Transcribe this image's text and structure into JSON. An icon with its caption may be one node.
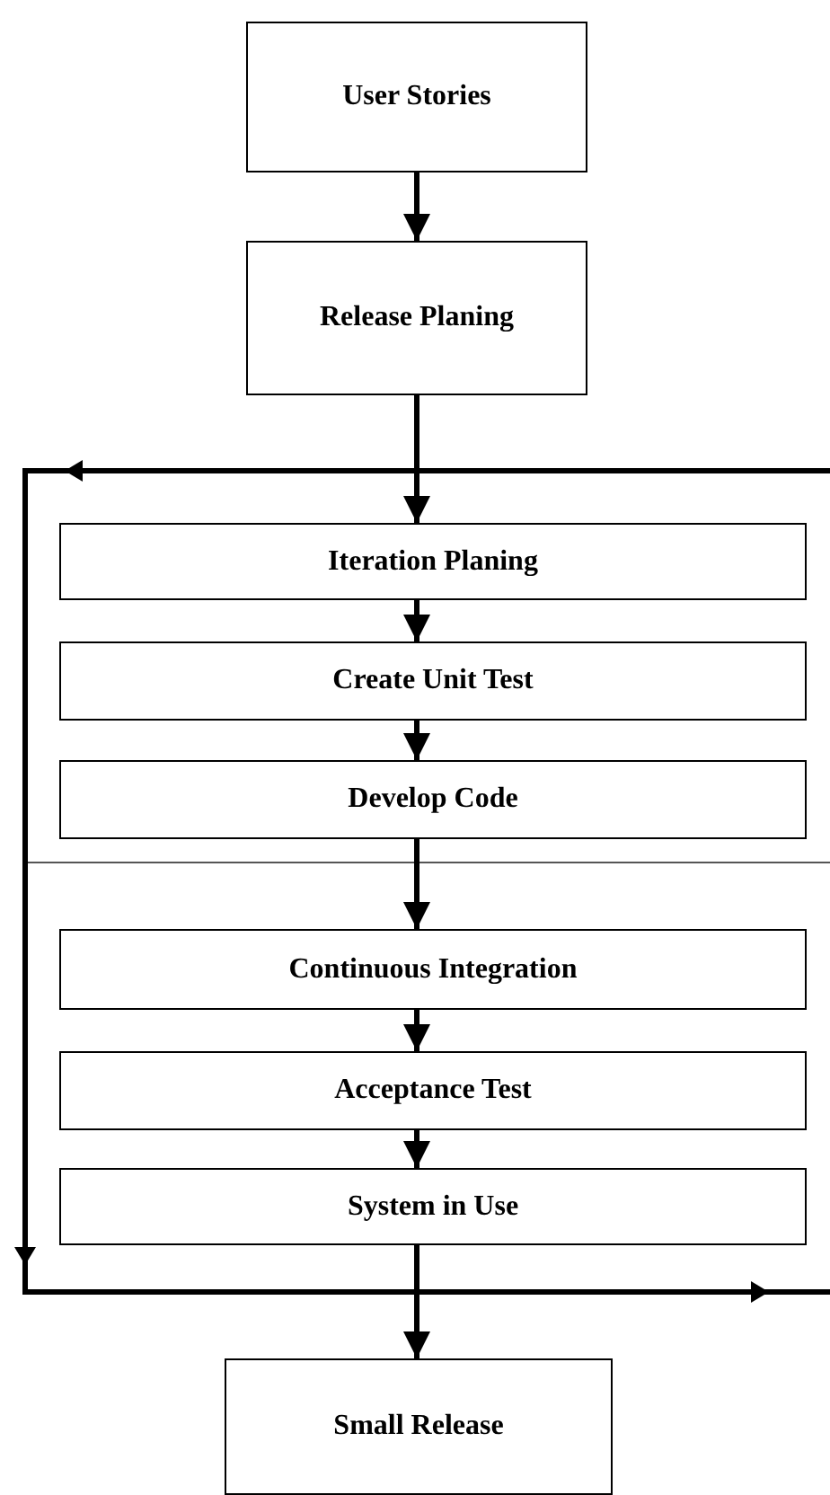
{
  "diagram": {
    "nodes": [
      {
        "text": [
          "User Stories"
        ]
      },
      {
        "text": [
          "Release Planing"
        ]
      },
      {
        "text": [
          "Iteration Planing"
        ]
      },
      {
        "text": [
          "Create Unit Test"
        ]
      },
      {
        "text": [
          "Develop Code"
        ]
      },
      {
        "text": [
          "Continuous Integration"
        ]
      },
      {
        "text": [
          "Acceptance Test"
        ]
      },
      {
        "text": [
          "System in Use"
        ]
      },
      {
        "text": [
          "Small Release"
        ]
      }
    ],
    "edges": [
      {
        "from": 0,
        "to": 1,
        "arrow": "to"
      },
      {
        "from": 1,
        "to": 2,
        "arrow": "to"
      },
      {
        "from": 2,
        "to": 3,
        "arrow": "to"
      },
      {
        "from": 3,
        "to": 4,
        "arrow": "to"
      },
      {
        "from": 4,
        "to": 5,
        "arrow": "to"
      },
      {
        "from": 5,
        "to": 6,
        "arrow": "to"
      },
      {
        "from": 6,
        "to": 7,
        "arrow": "to"
      },
      {
        "from": 7,
        "to": 8,
        "arrow": "to"
      }
    ]
  }
}
